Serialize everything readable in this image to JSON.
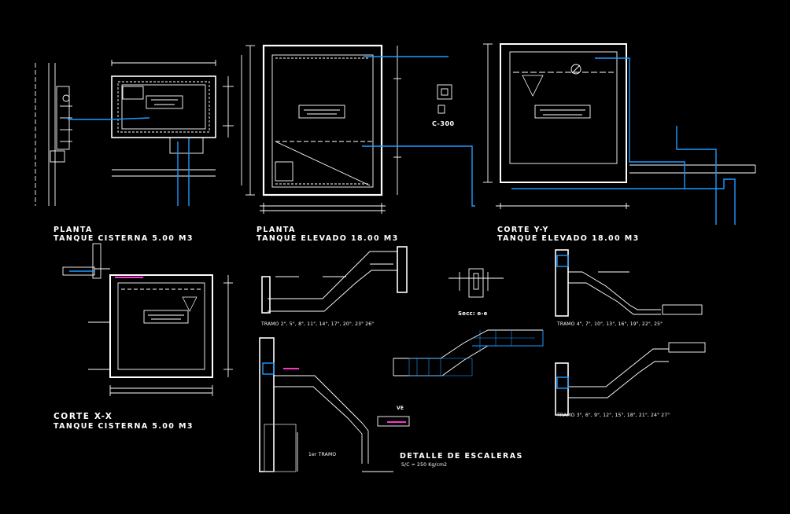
{
  "drawings": {
    "planta_cisterna": {
      "line1": "PLANTA",
      "line2": "TANQUE CISTERNA 5.00 M3"
    },
    "planta_elevado": {
      "line1": "PLANTA",
      "line2": "TANQUE ELEVADO 18.00 M3"
    },
    "corte_yy": {
      "line1": "CORTE Y-Y",
      "line2": "TANQUE ELEVADO 18.00 M3"
    },
    "corte_xx": {
      "line1": "CORTE X-X",
      "line2": "TANQUE CISTERNA 5.00 M3"
    },
    "detalle_escaleras": {
      "line1": "DETALLE DE ESCALERAS",
      "line2": "S/C = 250 Kg/cm2"
    }
  },
  "labels": {
    "c300": "C-300",
    "secc_ee": "Secc: e-e",
    "tramo_a": "TRAMO 2\", 5\", 8\", 11\", 14\", 17\", 20\", 23\" 26\"",
    "tramo_b": "TRAMO 4\", 7\", 10\", 13\", 16\", 19\", 22\", 25\"",
    "tramo_c": "TRAMO 3\", 6\", 9\", 12\", 15\", 18\", 21\", 24\" 27\"",
    "primer_tramo": "1er TRAMO",
    "ve": "VE"
  },
  "colors": {
    "background": "#000000",
    "linework": "#ffffff",
    "piping": "#1e9bff",
    "accent": "#ff33cc",
    "hatch": "#bdbdbd"
  }
}
